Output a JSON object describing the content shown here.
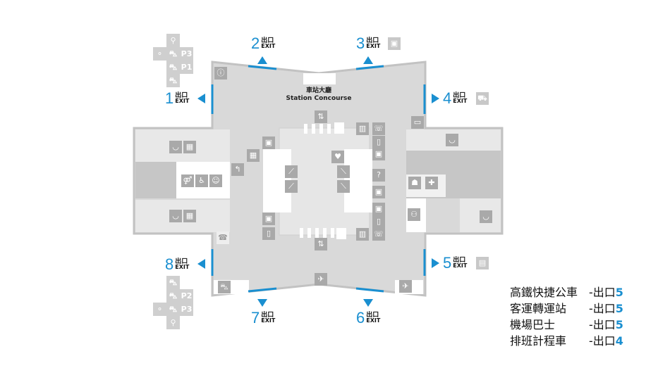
{
  "title": {
    "zh": "車站大廳",
    "en": "Station Concourse"
  },
  "exits": [
    {
      "num": "1",
      "zh": "出口",
      "en": "EXIT"
    },
    {
      "num": "2",
      "zh": "出口",
      "en": "EXIT"
    },
    {
      "num": "3",
      "zh": "出口",
      "en": "EXIT"
    },
    {
      "num": "4",
      "zh": "出口",
      "en": "EXIT"
    },
    {
      "num": "5",
      "zh": "出口",
      "en": "EXIT"
    },
    {
      "num": "6",
      "zh": "出口",
      "en": "EXIT"
    },
    {
      "num": "7",
      "zh": "出口",
      "en": "EXIT"
    },
    {
      "num": "8",
      "zh": "出口",
      "en": "EXIT"
    }
  ],
  "parking": {
    "top": [
      "P3",
      "P1"
    ],
    "bottom": [
      "P2",
      "P3"
    ]
  },
  "legend": [
    {
      "name": "高鐵快捷公車",
      "sep": "-出口",
      "exit": "5"
    },
    {
      "name": "客運轉運站",
      "sep": "-出口",
      "exit": "5"
    },
    {
      "name": "機場巴士",
      "sep": "-出口",
      "exit": "5"
    },
    {
      "name": "排班計程車",
      "sep": "-出口",
      "exit": "4"
    }
  ],
  "colors": {
    "accent": "#1a8fd0",
    "floor": "#d9d9d9",
    "icon": "#a9a9a9"
  }
}
